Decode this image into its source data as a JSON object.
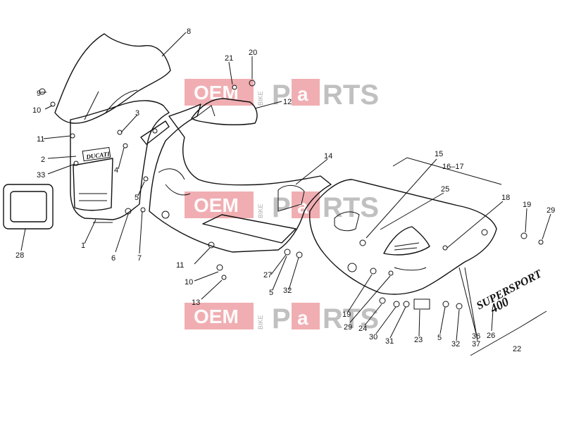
{
  "watermark": {
    "left": "OEM",
    "side": "BIKE",
    "right_a": "P",
    "right_b": "a",
    "right_c": "RTS"
  },
  "decals": {
    "brand": "DUCATI",
    "model": "SUPERSPORT",
    "displacement": "400"
  },
  "callouts": [
    "1",
    "2",
    "3",
    "4",
    "5",
    "6",
    "7",
    "8",
    "9",
    "10",
    "10",
    "11",
    "11",
    "12",
    "13",
    "14",
    "15",
    "16-17",
    "18",
    "19",
    "19",
    "20",
    "21",
    "22",
    "23",
    "24",
    "25",
    "26",
    "27",
    "28",
    "29",
    "29",
    "30",
    "31",
    "32",
    "32",
    "33",
    "36",
    "37",
    "5",
    "5"
  ],
  "colors": {
    "watermark_red": "#e36b73",
    "line": "#111111"
  }
}
